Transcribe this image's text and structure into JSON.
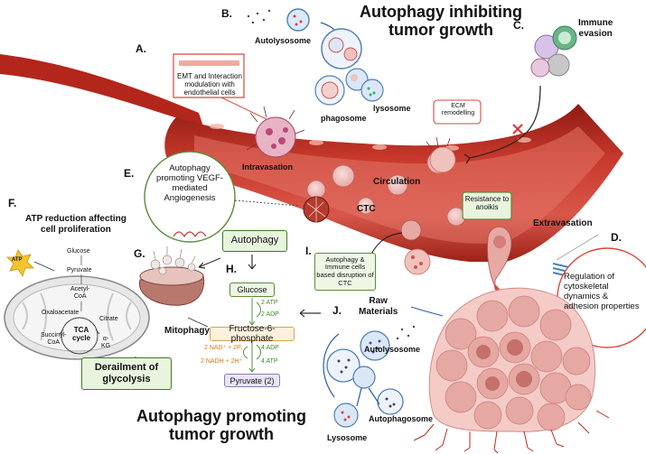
{
  "headers": {
    "inhibiting_line1": "Autophagy inhibiting",
    "inhibiting_line2": "tumor growth",
    "promoting_line1": "Autophagy promoting",
    "promoting_line2": "tumor growth"
  },
  "panels": {
    "a": "A.",
    "b": "B.",
    "c": "C.",
    "d": "D.",
    "e": "E.",
    "f": "F.",
    "g": "G.",
    "h": "H.",
    "i": "I.",
    "j": "J."
  },
  "labels": {
    "autolysosome_top": "Autolysosome",
    "lysosome_top": "lysosome",
    "phagosome": "phagosome",
    "immune_evasion_1": "Immune",
    "immune_evasion_2": "evasion",
    "ecm_1": "ECM",
    "ecm_2": "remodelling",
    "emt": "EMT and Interaction modulation with endothelial cells",
    "intravasation": "Intravasation",
    "circulation": "Circulation",
    "ctc": "CTC",
    "resistance": "Resistance to anoikis",
    "extravasation": "Extravasation",
    "regulation": "Regulation of cytoskeletal dynamics & adhesion properties",
    "angiogenesis": "Autophagy promoting VEGF-mediated Angiogenesis",
    "atp_reduction_1": "ATP reduction affecting",
    "atp_reduction_2": "cell proliferation",
    "atp": "ATP",
    "immune_ctc": "Autophagy & Immune cells based disruption of CTC",
    "mitophagy": "Mitophagy",
    "derailment": "Derailment of glycolysis",
    "raw_materials_1": "Raw",
    "raw_materials_2": "Materials",
    "autolysosome_bottom": "Autolysosome",
    "autophagosome": "Autophagosome",
    "lysosome_bottom": "Lysosome"
  },
  "mito": {
    "glucose": "Glucose",
    "pyruvate": "Pyruvate",
    "acetyl_1": "Acetyl-",
    "acetyl_2": "CoA",
    "oxaloacetate": "Oxaloacetate",
    "citrate": "Citrate",
    "tca_1": "TCA",
    "tca_2": "cycle",
    "succinyl_1": "Succinyl-",
    "succinyl_2": "CoA",
    "akg_1": "α-",
    "akg_2": "KG"
  },
  "glycolysis": {
    "autophagy": "Autophagy",
    "glucose": "Glucose",
    "atp2": "2 ATP",
    "adp2": "2 ADP",
    "f6p": "Fructose-6-phosphate",
    "nad": "2 NAD⁺ + 2Pᵢ",
    "nadh": "2 NADH + 2H⁺",
    "adp4": "4 ADP",
    "atp4": "4 ATP",
    "pyruvate": "Pyruvate (2)"
  },
  "colors": {
    "vessel": "#c0392b",
    "vessel_light": "#e8857a",
    "green_box": "#e8f4de",
    "green_border": "#3f7a28",
    "tumor": "#f3c1c1",
    "accent_red": "#e0453a"
  }
}
